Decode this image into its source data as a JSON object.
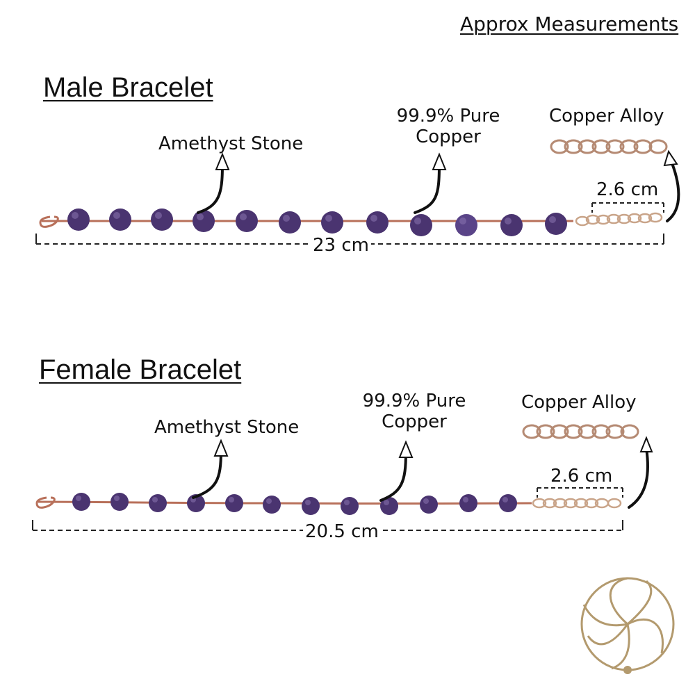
{
  "header": {
    "text": "Approx Measurements"
  },
  "male": {
    "title": "Male Bracelet",
    "stone_label": "Amethyst Stone",
    "copper_label_1": "99.9% Pure",
    "copper_label_2": "Copper",
    "alloy_label": "Copper Alloy",
    "extension_length": "2.6 cm",
    "total_length": "23 cm"
  },
  "female": {
    "title": "Female Bracelet",
    "stone_label": "Amethyst Stone",
    "copper_label_1": "99.9% Pure",
    "copper_label_2": "Copper",
    "alloy_label": "Copper Alloy",
    "extension_length": "2.6 cm",
    "total_length": "20.5 cm"
  },
  "colors": {
    "bead": "#4a3470",
    "bead_highlight": "#8a74b0",
    "copper_wire": "#b8705a",
    "alloy_chain": "#b58a73",
    "logo_gold": "#b39a6e"
  },
  "icons": [
    "arrow-icon",
    "logo-icon"
  ]
}
